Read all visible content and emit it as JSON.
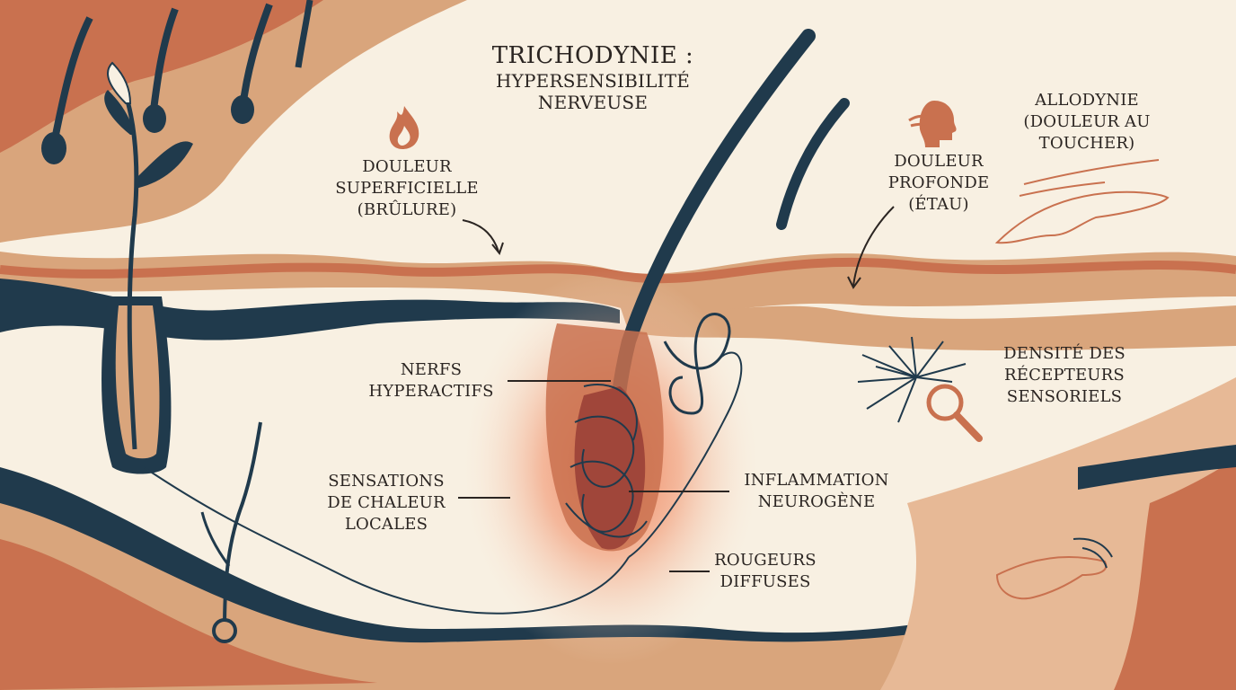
{
  "title": {
    "main": "TRICHODYNIE :",
    "sub_lines": [
      "HYPERSENSIBILITÉ",
      "NERVEUSE"
    ]
  },
  "labels": {
    "douleur_superficielle": [
      "DOULEUR",
      "SUPERFICIELLE",
      "(BRÛLURE)"
    ],
    "douleur_profonde": [
      "DOULEUR",
      "PROFONDE",
      "(ÉTAU)"
    ],
    "allodynie": [
      "ALLODYNIE",
      "(DOULEUR AU",
      "TOUCHER)"
    ],
    "densite": [
      "DENSITÉ DES",
      "RÉCEPTEURS",
      "SENSORIELS"
    ],
    "nerfs": [
      "NERFS",
      "HYPERACTIFS"
    ],
    "sensations": [
      "SENSATIONS",
      "DE CHALEUR",
      "LOCALES"
    ],
    "inflammation": [
      "INFLAMMATION",
      "NEUROGÈNE"
    ],
    "rougeurs": [
      "ROUGEURS",
      "DIFFUSES"
    ]
  },
  "icons": [
    "flame-icon",
    "head-pain-icon",
    "magnifier-icon",
    "burst-icon",
    "hand-icon"
  ],
  "colors": {
    "background": "#f8f0e2",
    "terracotta": "#c9714f",
    "sand": "#d9a57c",
    "navy": "#203a4c",
    "glow": "#f07850",
    "ink": "#2b2522"
  }
}
